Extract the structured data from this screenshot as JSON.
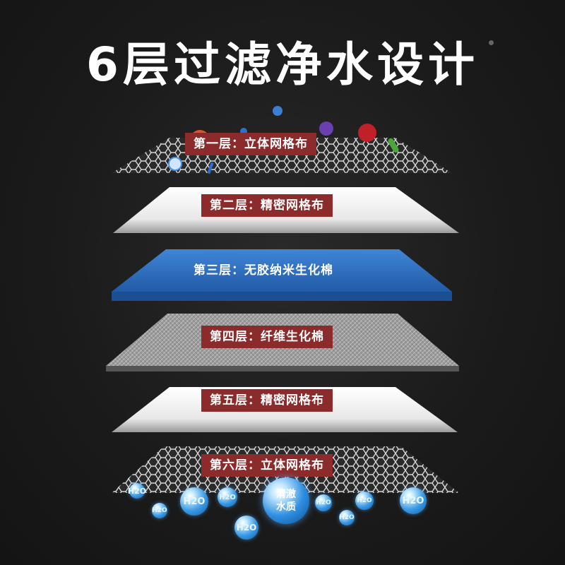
{
  "title": "6层过滤净水设计",
  "layers": [
    {
      "label": "第一层：立体网格布"
    },
    {
      "label": "第二层：精密网格布"
    },
    {
      "label": "第三层：无胶纳米生化棉"
    },
    {
      "label": "第四层：纤维生化棉"
    },
    {
      "label": "第五层：精密网格布"
    },
    {
      "label": "第六层：立体网格布"
    }
  ],
  "badge": {
    "line1": "清澈",
    "line2": "水质"
  },
  "drop_text": "H2O",
  "colors": {
    "background": "#1b1b1b",
    "label_bg": "#8c2b2b",
    "blue_layer": "#2f6fc0"
  }
}
